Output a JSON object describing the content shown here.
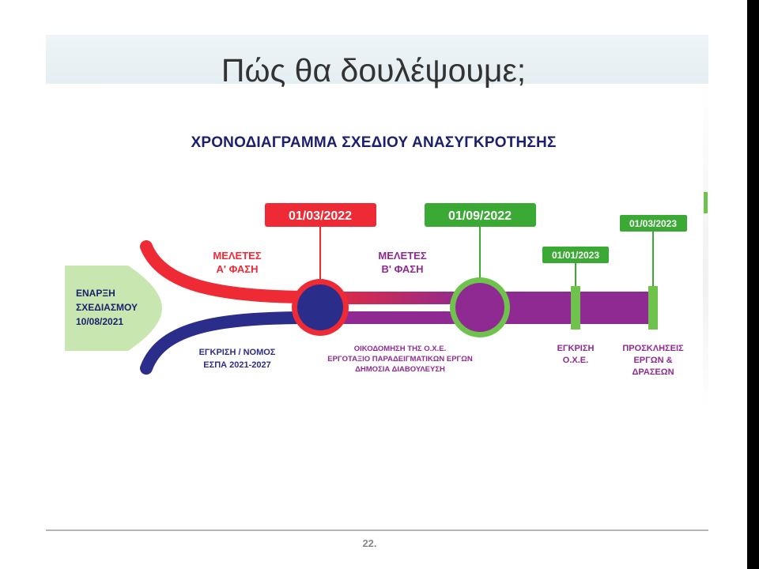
{
  "slide": {
    "title": "Πώς θα δουλέψουμε;",
    "page_number": "22."
  },
  "diagram": {
    "heading": "ΧΡΟΝΟΔΙΑΓΡΑΜΜΑ ΣΧΕΔΙΟΥ ΑΝΑΣΥΓΚΡΟΤΗΣΗΣ",
    "start_label": [
      "ΕΝΑΡΞΗ",
      "ΣΧΕΔΙΑΣΜΟΥ",
      "10/08/2021"
    ],
    "milestones": [
      {
        "date": "01/03/2022",
        "color": "#ee2a35"
      },
      {
        "date": "01/09/2022",
        "color": "#3aaa35"
      },
      {
        "date": "01/01/2023",
        "color": "#3aaa35"
      },
      {
        "date": "01/03/2023",
        "color": "#3aaa35"
      }
    ],
    "upper_labels": {
      "studies_a": [
        "ΜΕΛΕΤΕΣ",
        "Α' ΦΑΣΗ"
      ],
      "studies_b": [
        "ΜΕΛΕΤΕΣ",
        "Β' ΦΑΣΗ"
      ]
    },
    "lower_labels": {
      "approval_law": [
        "ΕΓΚΡΙΣΗ / ΝΟΜΟΣ",
        "ΕΣΠΑ 2021-2027"
      ],
      "oxe_build": [
        "ΟΙΚΟΔΟΜΗΣΗ ΤΗΣ Ο.Χ.Ε.",
        "ΕΡΓΟΤΑΞΙΟ ΠΑΡΑΔΕΙΓΜΑΤΙΚΩΝ ΕΡΓΩΝ",
        "ΔΗΜΟΣΙΑ ΔΙΑΒΟΥΛΕΥΣΗ"
      ],
      "oxe_approval": [
        "ΕΓΚΡΙΣΗ",
        "Ο.Χ.Ε."
      ],
      "calls": [
        "ΠΡΟΣΚΛΗΣΕΙΣ",
        "ΕΡΓΩΝ &",
        "ΔΡΑΣΕΩΝ"
      ]
    },
    "colors": {
      "red": "#ee2a35",
      "navy": "#2b2d8a",
      "purple": "#8f2a92",
      "green": "#3aaa35",
      "lightgreen": "#c8e6b0"
    }
  }
}
